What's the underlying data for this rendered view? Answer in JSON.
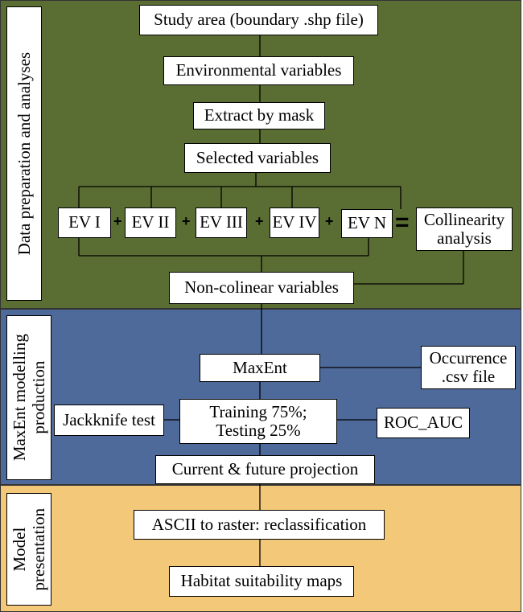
{
  "colors": {
    "panel1": "#5a6e33",
    "panel2": "#4e6a9a",
    "panel3": "#f3c878"
  },
  "sections": {
    "data_prep": "Data preparation and analyses",
    "maxent": [
      "MaxEnt modelling",
      "production"
    ],
    "presentation": [
      "Model",
      "presentation"
    ]
  },
  "nodes": {
    "study_area": "Study area (boundary .shp file)",
    "env_vars": "Environmental variables",
    "extract": "Extract by mask",
    "selected": "Selected variables",
    "ev1": "EV I",
    "ev2": "EV II",
    "ev3": "EV III",
    "ev4": "EV IV",
    "evn": "EV N",
    "collinearity": [
      "Collinearity",
      "analysis"
    ],
    "noncolinear": "Non-colinear variables",
    "maxent": "MaxEnt",
    "occurrence": [
      "Occurrence",
      ".csv file"
    ],
    "jackknife": "Jackknife test",
    "training": [
      "Training 75%;",
      "Testing 25%"
    ],
    "roc": "ROC_AUC",
    "projection": "Current & future projection",
    "ascii": "ASCII to raster: reclassification",
    "habitat": "Habitat suitability maps"
  },
  "operators": {
    "plus": "+",
    "equals": "="
  }
}
